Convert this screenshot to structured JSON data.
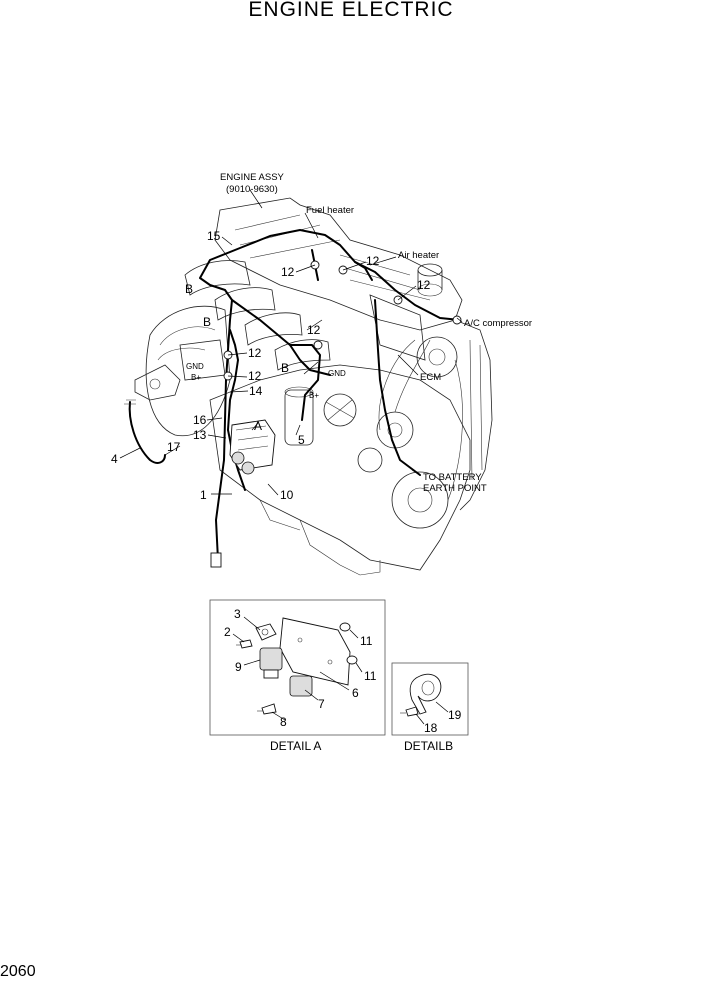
{
  "title": "ENGINE ELECTRIC",
  "page_number": "2060",
  "callouts": {
    "engine_assy": "ENGINE ASSY",
    "engine_assy_range": "(9010-9630)",
    "fuel_heater": "Fuel heater",
    "air_heater": "Air heater",
    "ac_compressor": "A/C compressor",
    "ecm": "ECM",
    "to_battery": "TO BATTERY",
    "earth_point": "EARTH POINT",
    "gnd_left": "GND",
    "bplus_left": "B+",
    "gnd_right": "GND",
    "bplus_right": "B+",
    "detail_ref_a": "A",
    "detail_ref_b1": "B",
    "detail_ref_b2": "B",
    "detail_ref_b3": "B"
  },
  "part_numbers": {
    "p1": "1",
    "p4": "4",
    "p5": "5",
    "p10": "10",
    "p12a": "12",
    "p12b": "12",
    "p12c": "12",
    "p12d": "12",
    "p12e": "12",
    "p12f": "12",
    "p13": "13",
    "p14": "14",
    "p15": "15",
    "p16": "16",
    "p17": "17"
  },
  "detail_a": {
    "caption": "DETAIL A",
    "parts": {
      "p2": "2",
      "p3": "3",
      "p6": "6",
      "p7": "7",
      "p8": "8",
      "p9": "9",
      "p11a": "11",
      "p11b": "11"
    }
  },
  "detail_b": {
    "caption": "DETAILB",
    "parts": {
      "p18": "18",
      "p19": "19"
    }
  }
}
